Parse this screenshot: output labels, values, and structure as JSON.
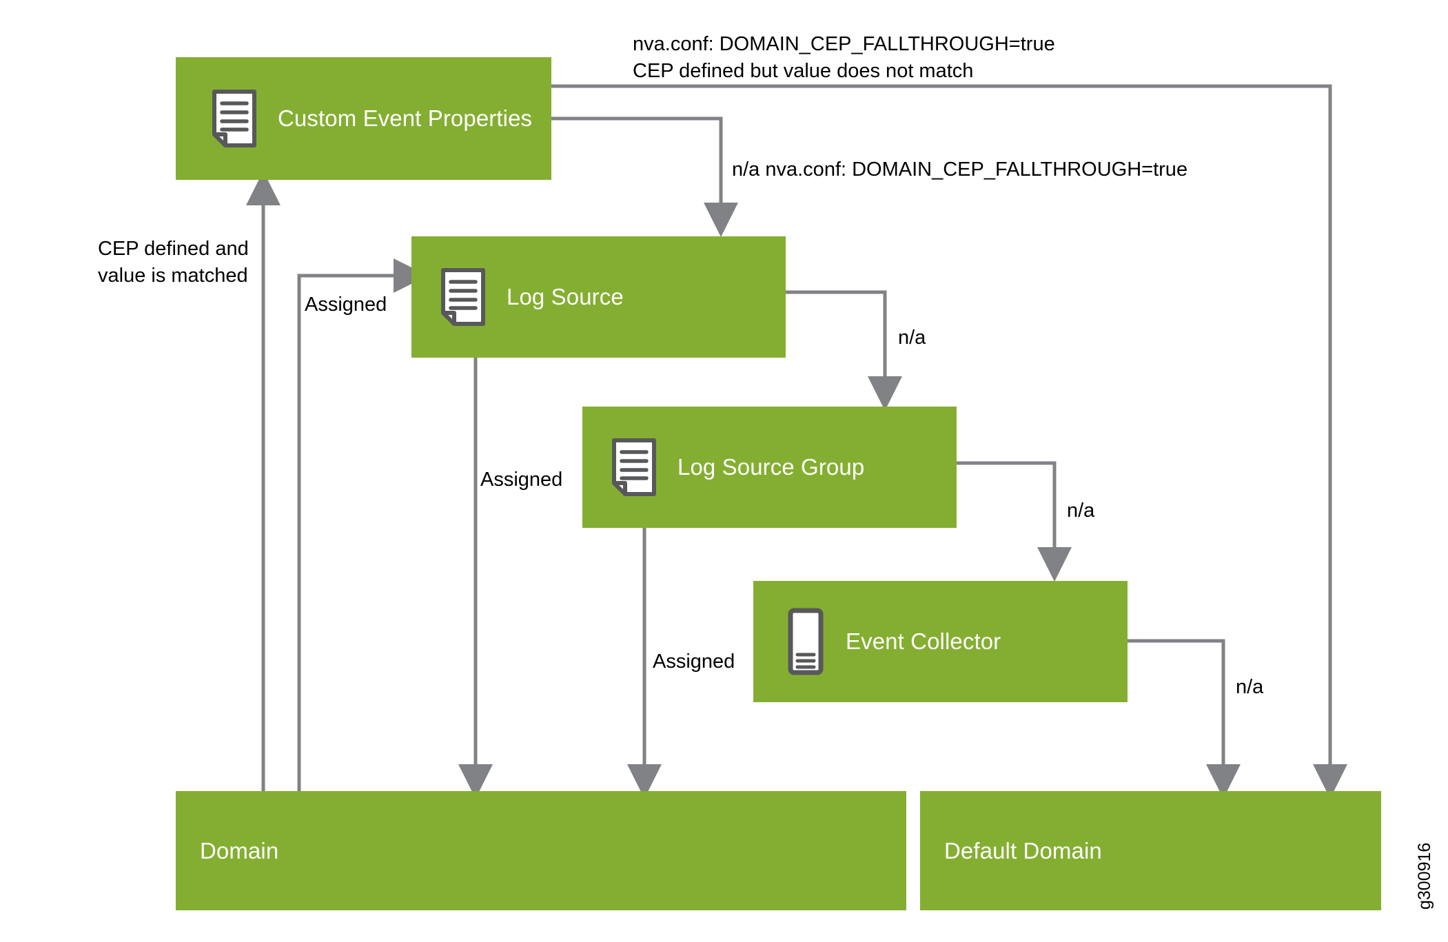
{
  "theme": {
    "box_green": "#84AE31",
    "wire_gray": "#808285",
    "icon_gray": "#58585B",
    "box_text": "#FFFFFF",
    "label_text": "#000000",
    "background": "#FFFFFF"
  },
  "nodes": [
    {
      "id": "custom-event-properties",
      "label": "Custom Event Properties",
      "icon": "document-icon"
    },
    {
      "id": "log-source",
      "label": "Log Source",
      "icon": "document-icon"
    },
    {
      "id": "log-source-group",
      "label": "Log Source Group",
      "icon": "document-icon"
    },
    {
      "id": "event-collector",
      "label": "Event Collector",
      "icon": "server-icon"
    },
    {
      "id": "domain",
      "label": "Domain",
      "icon": "none"
    },
    {
      "id": "default-domain",
      "label": "Default Domain",
      "icon": "none"
    }
  ],
  "edge_labels": {
    "fallthrough_top_line1": "nva.conf: DOMAIN_CEP_FALLTHROUGH=true",
    "fallthrough_top_line2": "CEP defined but value does not match",
    "fallthrough_mid": "n/a nva.conf: DOMAIN_CEP_FALLTHROUGH=true",
    "cep_matched_line1": "CEP defined and",
    "cep_matched_line2": "value is matched",
    "assigned_log_source": "Assigned",
    "assigned_log_source_group": "Assigned",
    "assigned_event_collector": "Assigned",
    "na_log_source": "n/a",
    "na_log_source_group": "n/a",
    "na_event_collector": "n/a"
  },
  "figure_id": "g300916"
}
